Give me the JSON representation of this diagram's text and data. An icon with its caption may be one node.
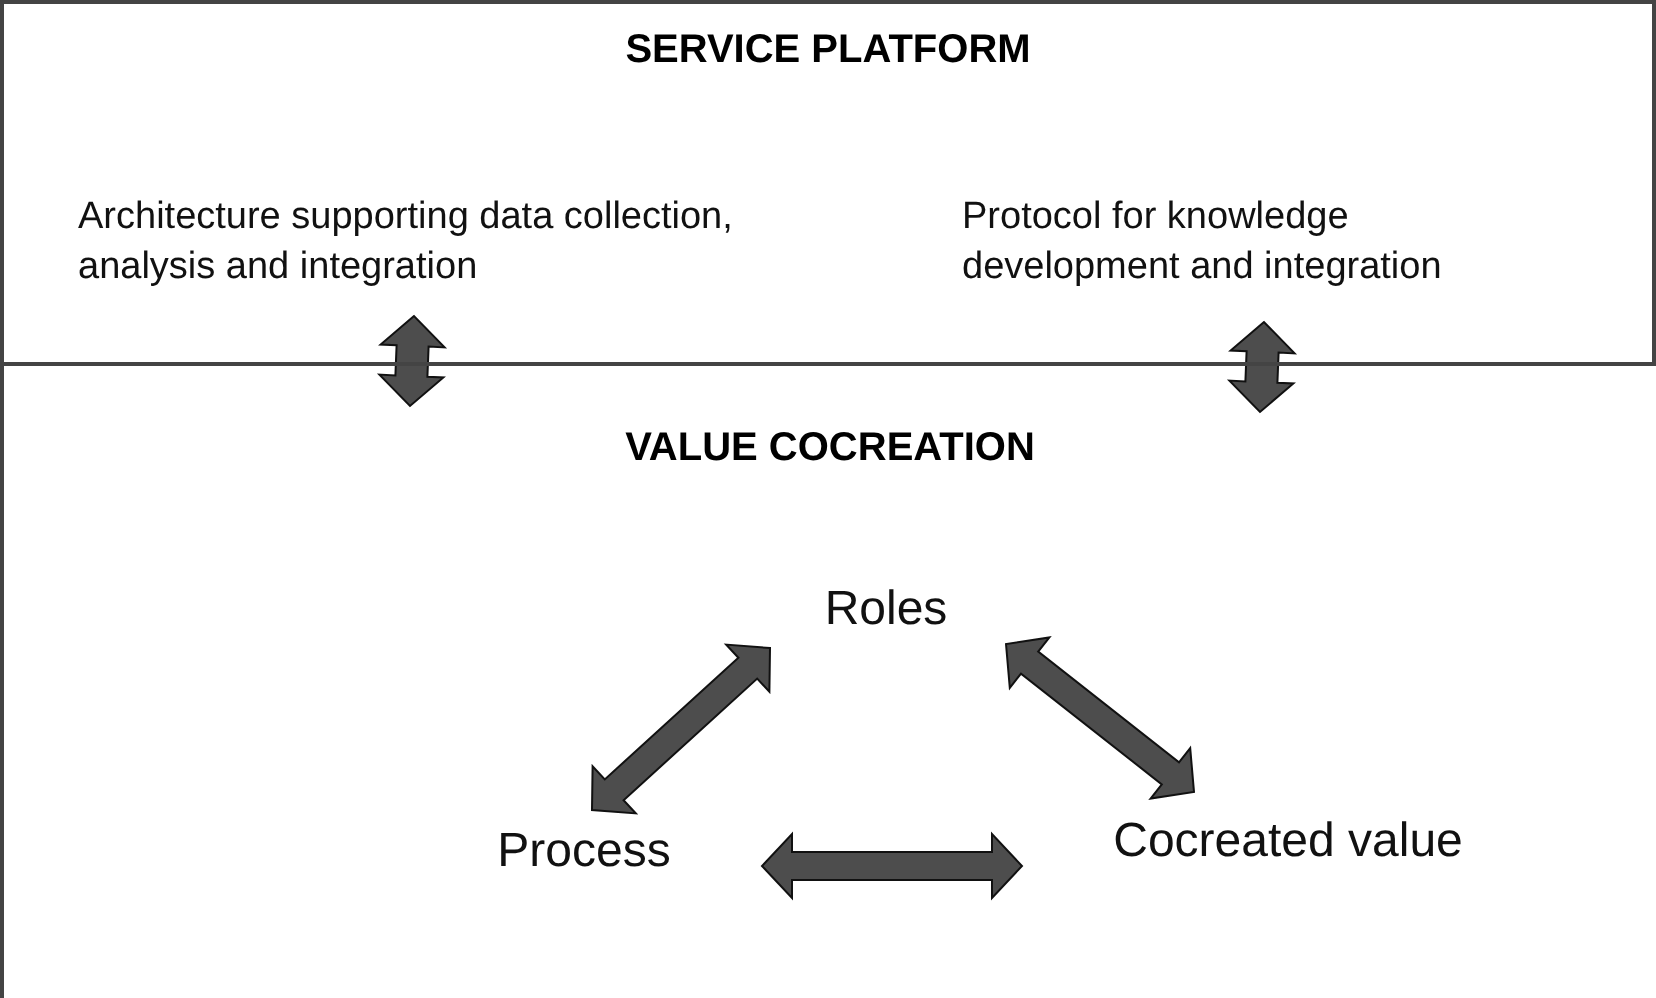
{
  "diagram": {
    "nodes": [
      {
        "text": [
          "SERVICE PLATFORM"
        ]
      },
      {
        "text": [
          "Architecture supporting data collection, analysis and integration"
        ],
        "in": 0
      },
      {
        "text": [
          "Protocol for knowledge development and integration"
        ],
        "in": 0
      },
      {
        "text": [
          "VALUE COCREATION"
        ]
      },
      {
        "text": [
          "Roles"
        ],
        "in": 3
      },
      {
        "text": [
          "Process"
        ],
        "in": 3
      },
      {
        "text": [
          "Cocreated value"
        ],
        "in": 3
      }
    ],
    "edges": [
      {
        "from": 1,
        "to": 3,
        "arrow": "both"
      },
      {
        "from": 2,
        "to": 3,
        "arrow": "both"
      },
      {
        "from": 4,
        "to": 5,
        "arrow": "both"
      },
      {
        "from": 4,
        "to": 6,
        "arrow": "both"
      },
      {
        "from": 5,
        "to": 6,
        "arrow": "both"
      }
    ]
  }
}
